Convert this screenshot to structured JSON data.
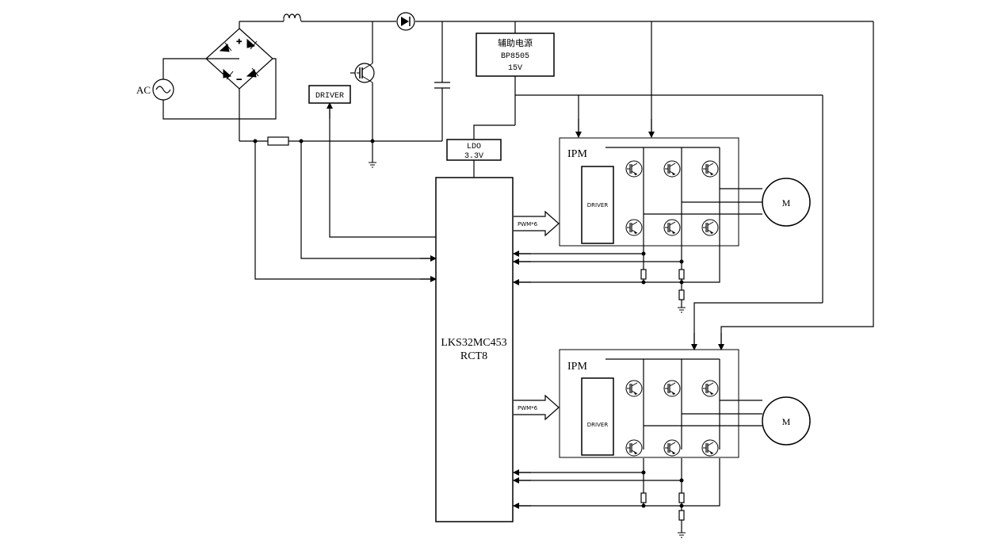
{
  "source": {
    "label": "AC"
  },
  "pfc": {
    "driver_label": "DRIVER"
  },
  "aux_power": {
    "name": "辅助电源",
    "part": "BP8505",
    "voltage": "15V"
  },
  "ldo": {
    "name": "LDO",
    "voltage": "3.3V"
  },
  "mcu": {
    "line1": "LKS32MC453",
    "line2": "RCT8"
  },
  "ipm_top": {
    "label": "IPM",
    "driver_label": "DRIVER",
    "pwm_label": "PWM*6",
    "motor_label": "M"
  },
  "ipm_bottom": {
    "label": "IPM",
    "driver_label": "DRIVER",
    "pwm_label": "PWM*6",
    "motor_label": "M"
  },
  "colors": {
    "stroke": "#000000",
    "background": "#ffffff"
  }
}
